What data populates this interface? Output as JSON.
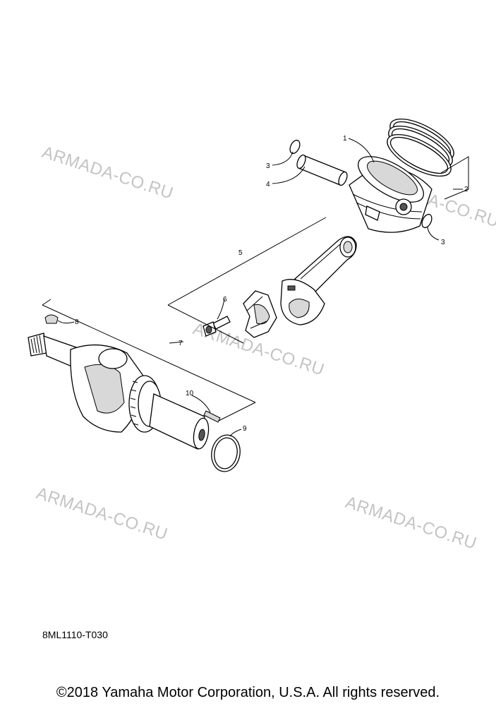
{
  "diagram": {
    "callouts": [
      {
        "id": "1",
        "label": "1"
      },
      {
        "id": "2",
        "label": "2"
      },
      {
        "id": "3a",
        "label": "3"
      },
      {
        "id": "3b",
        "label": "3"
      },
      {
        "id": "4",
        "label": "4"
      },
      {
        "id": "5",
        "label": "5"
      },
      {
        "id": "6",
        "label": "6"
      },
      {
        "id": "7",
        "label": "7"
      },
      {
        "id": "8",
        "label": "8"
      },
      {
        "id": "9",
        "label": "9"
      },
      {
        "id": "10",
        "label": "10"
      }
    ],
    "watermarks": [
      "ARMADA-CO.RU",
      "ARMADA-CO.RU",
      "ARMADA-CO.RU",
      "ARMADA-CO.RU",
      "ARMADA-CO.RU"
    ],
    "part_code": "8ML1110-T030"
  },
  "footer": {
    "copyright": "©2018 Yamaha Motor Corporation, U.S.A. All rights reserved."
  },
  "colors": {
    "watermark": "#c4c4c4",
    "ink": "#000000",
    "background": "#ffffff"
  }
}
